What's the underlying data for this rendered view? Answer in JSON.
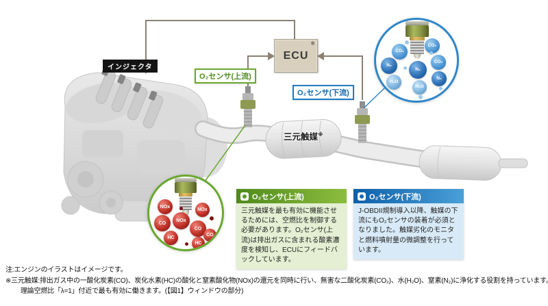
{
  "diagram": {
    "injector_label": "インジェクタ",
    "ecu_label": "ECU",
    "ecu_note_mark": "※",
    "upstream_tag": "O₂センサ(上流)",
    "downstream_tag": "O₂センサ(下流)",
    "catalyst_label": "三元触媒",
    "catalyst_note_mark": "※"
  },
  "inset_upstream": {
    "molecules": [
      "NOx",
      "CO",
      "NOx",
      "HC",
      "CO",
      "NOx",
      "HC",
      "CO"
    ]
  },
  "inset_downstream": {
    "molecules": [
      "N₂",
      "CO₂",
      "CO₂",
      "N₂",
      "CO₂",
      "H₂O",
      "H₂O",
      "N₂"
    ]
  },
  "info_upstream": {
    "title": "O₂センサ(上流)",
    "body": "三元触媒を最も有効に機能させるためには、空燃比を制御する必要があります。O₂センサ(上流)は排出ガスに含まれる酸素濃度を検知し、ECUにフィードバックしています。"
  },
  "info_downstream": {
    "title": "O₂センサ(下流)",
    "body": "J-OBDII規制導入以降、触媒の下流にもO₂センサの装着が必須となりました。触媒劣化のモニタと燃料噴射量の微調整を行っています。"
  },
  "footnotes": {
    "line1": "注:エンジンのイラストはイメージです。",
    "line2": "※三元触媒:排出ガス中の一酸化炭素(CO)、炭化水素(HC)の酸化と窒素酸化物(NOx)の還元を同時に行い、無害な二酸化炭素(CO₂)、水(H₂O)、窒素(N₂)に浄化する役割を持っています。",
    "line3": "理論空燃比「λ=1」付近で最も有効に働きます。(【図1】ウィンドウの部分)"
  },
  "colors": {
    "upstream_green": "#69a82f",
    "downstream_blue": "#1f7ac0",
    "ecu_beige": "#d8d0bd",
    "arrow_brown": "#8a8171",
    "molecule_red": "#b02a22",
    "molecule_blue": "#2a6cb2"
  }
}
